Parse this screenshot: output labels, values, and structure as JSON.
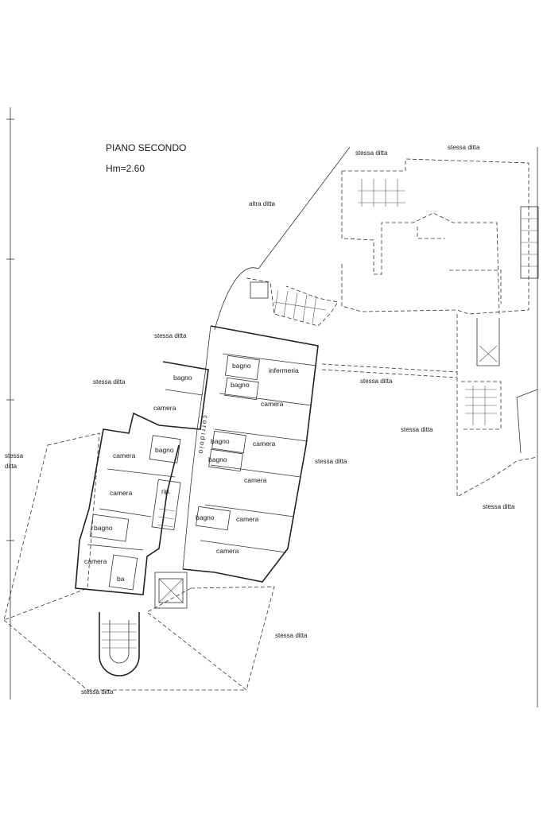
{
  "header": {
    "title": "PIANO SECONDO",
    "height": "Hm=2.60"
  },
  "rooms": {
    "bagno_1": "bagno",
    "bagno_2": "bagno",
    "bagno_3": "bagno",
    "bagno_4": "bagno",
    "bagno_5": "bagno",
    "bagno_6": "bagno",
    "bagno_7": "bagno",
    "bagno_8": "bagno",
    "infermeria": "infermeria",
    "camera_1": "camera",
    "camera_2": "camera",
    "camera_3": "camera",
    "camera_4": "camera",
    "camera_5": "camera",
    "camera_6": "camera",
    "camera_7": "camera",
    "camera_8": "camera",
    "camera_9": "camera",
    "ripostiglio": "rip.",
    "ba": "ba",
    "corridoio": "corridoio"
  },
  "neighbors": {
    "n1": "stessa ditta",
    "n2": "stessa ditta",
    "n3": "altra ditta",
    "n4": "stessa ditta",
    "n5": "stessa ditta",
    "n6": "stessa ditta",
    "n7": "stessa ditta",
    "n8": "stessa ditta",
    "n9": "stessa",
    "n9b": "ditta",
    "n10": "stessa ditta",
    "n11": "stessa ditta",
    "n12": "stessa ditta"
  }
}
